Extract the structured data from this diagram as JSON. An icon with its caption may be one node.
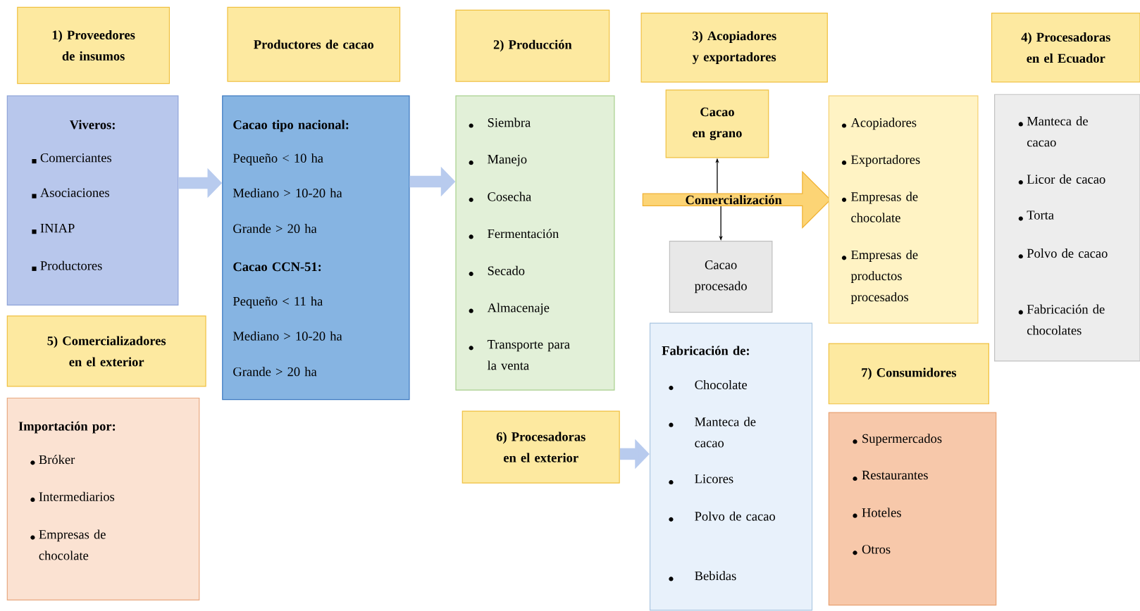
{
  "diagram": {
    "nodes": [
      {
        "text": [
          "1) Proveedores de insumos"
        ]
      },
      {
        "text": [
          "Viveros:",
          "Comerciantes",
          "Asociaciones",
          "INIAP",
          "Productores"
        ]
      },
      {
        "text": [
          "Productores de cacao"
        ]
      },
      {
        "text": [
          "Cacao tipo nacional:",
          "Pequeño < 10 ha",
          "Mediano > 10-20 ha",
          "Grande > 20 ha",
          "Cacao CCN-51:",
          "Pequeño < 11 ha",
          "Mediano > 10-20 ha",
          "Grande > 20 ha"
        ]
      },
      {
        "text": [
          "2) Producción"
        ]
      },
      {
        "text": [
          "Siembra",
          "Manejo",
          "Cosecha",
          "Fermentación",
          "Secado",
          "Almacenaje",
          "Transporte para la venta"
        ]
      },
      {
        "text": [
          "3) Acopiadores y exportadores"
        ]
      },
      {
        "text": [
          "Cacao en grano"
        ]
      },
      {
        "text": [
          "Comercialización"
        ]
      },
      {
        "text": [
          "Cacao procesado"
        ]
      },
      {
        "text": [
          "Acopiadores",
          "Exportadores",
          "Empresas de chocolate",
          "Empresas de productos procesados"
        ]
      },
      {
        "text": [
          "4) Procesadoras en el Ecuador"
        ]
      },
      {
        "text": [
          "Manteca de cacao",
          "Licor de cacao",
          "Torta",
          "Polvo de cacao",
          "Fabricación de chocolates"
        ]
      },
      {
        "text": [
          "5) Comercializadores en el exterior"
        ]
      },
      {
        "text": [
          "Importación por:",
          "Bróker",
          "Intermediarios",
          "Empresas de chocolate"
        ]
      },
      {
        "text": [
          "6) Procesadoras en el exterior"
        ]
      },
      {
        "text": [
          "Fabricación de:",
          "Chocolate",
          "Manteca de cacao",
          "Licores",
          "Polvo de cacao",
          "Bebidas"
        ]
      },
      {
        "text": [
          "7) Consumidores"
        ]
      },
      {
        "text": [
          "Supermercados",
          "Restaurantes",
          "Hoteles",
          "Otros"
        ]
      }
    ],
    "edges": [
      {
        "from": 1,
        "to": 3,
        "arrow": "to"
      },
      {
        "from": 3,
        "to": 5,
        "arrow": "to"
      },
      {
        "from": 8,
        "to": 7,
        "arrow": "to",
        "color": "#000000"
      },
      {
        "from": 8,
        "to": 9,
        "arrow": "to",
        "color": "#000000"
      },
      {
        "from": 15,
        "to": 16,
        "arrow": "to"
      }
    ]
  }
}
